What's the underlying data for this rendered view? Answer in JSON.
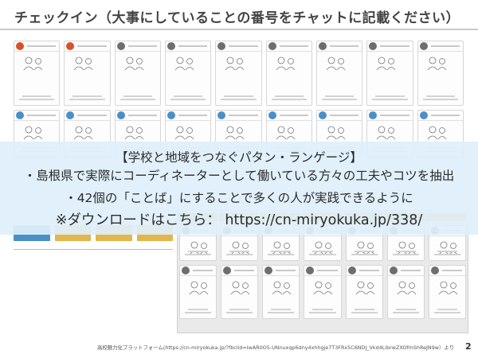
{
  "slide": {
    "title": "チェックイン（大事にしていることの番号をチャットに記載ください）",
    "page_number": "2",
    "source_footer": "高校魅力化プラットフォーム(https://cn-miryokuka.jp/?fbclid=IwAR0O5-UNnuxqp6dny4xhhgje7T3FRx5C6NDJ_Vkd4LlbrwZXOfmShReJN9w）より"
  },
  "overlay": {
    "heading": "【学校と地域をつなぐパタン・ランゲージ】",
    "bullet_1": "・島根県で実際にコーディネーターとして働いている方々の工夫やコツを抽出",
    "bullet_2": "・42個の「ことば」にすることで多くの人が実践できるように",
    "download": "※ダウンロードはこちら： https://cn-miryokuka.jp/338/"
  },
  "colors": {
    "overlay_bg": "#dfeffa",
    "card_red": "#d8502c",
    "card_blue": "#4a90c8",
    "strip_yellow": "#e2b64c"
  }
}
